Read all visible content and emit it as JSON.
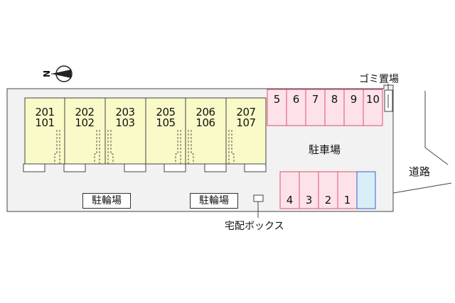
{
  "compass": {
    "label": "N"
  },
  "units": [
    {
      "upper": "201",
      "lower": "101"
    },
    {
      "upper": "202",
      "lower": "102"
    },
    {
      "upper": "203",
      "lower": "103"
    },
    {
      "upper": "205",
      "lower": "105"
    },
    {
      "upper": "206",
      "lower": "106"
    },
    {
      "upper": "207",
      "lower": "107"
    }
  ],
  "parking_top": [
    "5",
    "6",
    "7",
    "8",
    "9",
    "10"
  ],
  "parking_bottom": [
    "4",
    "3",
    "2",
    "1"
  ],
  "labels": {
    "garbage": "ゴミ置場",
    "parking": "駐車場",
    "road": "道路",
    "bicycle_1": "駐輪場",
    "bicycle_2": "駐輪場",
    "delivery_box": "宅配ボックス"
  },
  "colors": {
    "building_fill": "#fafac8",
    "parking_fill": "#fde2ea",
    "parking_stroke": "#e0506e",
    "special_fill": "#d8eef8",
    "special_stroke": "#3a5fd0",
    "lot_fill": "#f2f2f2"
  }
}
